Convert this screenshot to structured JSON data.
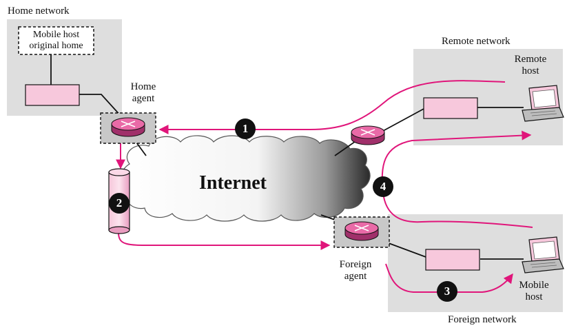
{
  "colors": {
    "accent": "#e0157a",
    "region": "#dedede",
    "device": "#f7c8dc",
    "router": "#e96aa7",
    "step_badge": "#111111"
  },
  "labels": {
    "home_network": "Home network",
    "mobile_host_original_home": [
      "Mobile host",
      "original home"
    ],
    "home_agent": [
      "Home",
      "agent"
    ],
    "remote_network": "Remote network",
    "remote_host": [
      "Remote",
      "host"
    ],
    "internet": "Internet",
    "foreign_agent": [
      "Foreign",
      "agent"
    ],
    "mobile_host": [
      "Mobile",
      "host"
    ],
    "foreign_network": "Foreign network"
  },
  "steps": [
    "1",
    "2",
    "3",
    "4"
  ],
  "icons": [
    "router-icon",
    "laptop-icon",
    "tunnel-cylinder-icon",
    "cloud-icon"
  ]
}
